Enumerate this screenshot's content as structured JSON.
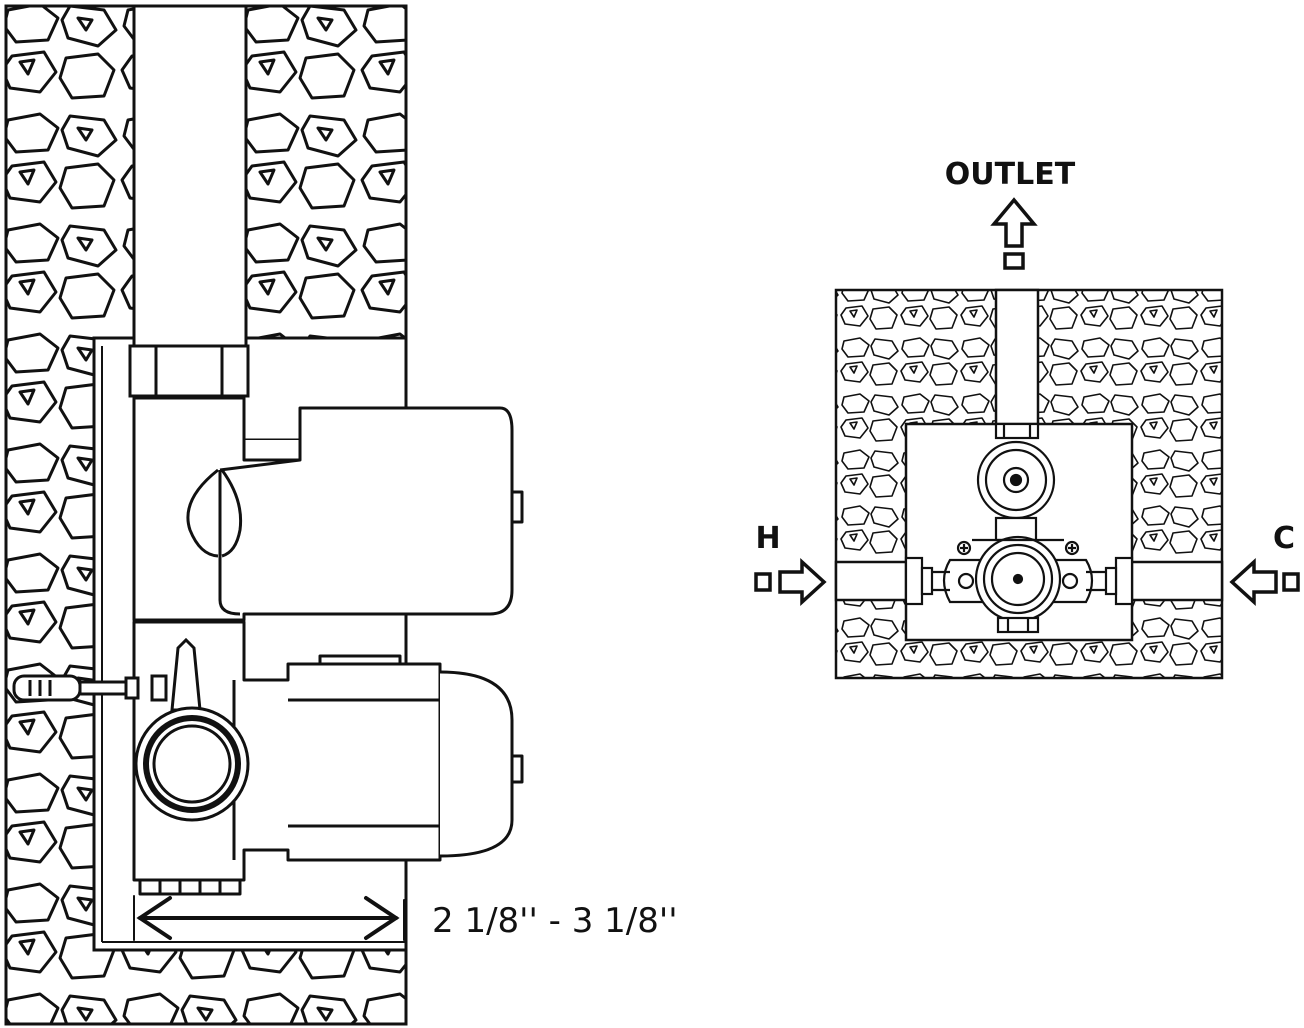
{
  "side_view": {
    "dimension_label": "2 1/8'' - 3 1/8''"
  },
  "front_view": {
    "outlet_label": "OUTLET",
    "hot_label": "H",
    "cold_label": "C"
  },
  "colors": {
    "line": "#111111",
    "background": "#ffffff"
  }
}
